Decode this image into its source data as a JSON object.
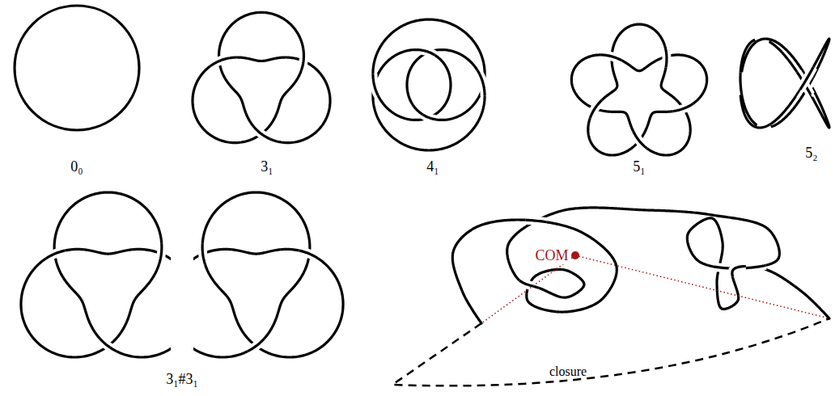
{
  "diagram": {
    "labels": [
      "0₀",
      "3₁",
      "4₁",
      "5₁",
      "5₂",
      "3₁#3₁",
      "COM",
      "closure"
    ]
  }
}
